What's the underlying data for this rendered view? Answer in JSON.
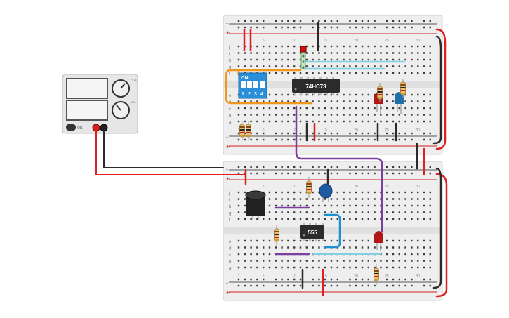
{
  "psu": {
    "knob1_label": "CUR",
    "knob2_label": "VOL",
    "button_label": "ON",
    "readout1": "",
    "readout2": ""
  },
  "breadboard_top": {
    "rail_plus": "+",
    "rail_minus": "-",
    "row_letters_top": [
      "j",
      "i",
      "h",
      "g",
      "f"
    ],
    "row_letters_bottom": [
      "e",
      "d",
      "c",
      "b",
      "a"
    ],
    "column_numbers": [
      "1",
      "5",
      "10",
      "15",
      "20",
      "25",
      "30"
    ]
  },
  "breadboard_bottom": {
    "rail_plus": "+",
    "rail_minus": "-",
    "row_letters_top": [
      "j",
      "i",
      "h",
      "g",
      "f"
    ],
    "row_letters_bottom": [
      "e",
      "d",
      "c",
      "b",
      "a"
    ],
    "column_numbers": [
      "1",
      "5",
      "10",
      "15",
      "20",
      "25",
      "30"
    ]
  },
  "chips": {
    "flipflop": "74HC73",
    "timer": "555"
  },
  "dip_switch": {
    "on_label": "ON",
    "positions": [
      "1",
      "2",
      "3",
      "4"
    ]
  },
  "colors": {
    "wire_red": "#e02020",
    "wire_black": "#2a2a2a",
    "wire_orange": "#f0961e",
    "wire_purple": "#7a3fa0",
    "wire_blue": "#1e90d0",
    "wire_lightblue": "#7fd0e0",
    "led_red": "#b01818",
    "led_blue": "#1e6fa8",
    "chip": "#2b2b2b",
    "board": "#eeeeee",
    "dip": "#2a8fd8"
  }
}
